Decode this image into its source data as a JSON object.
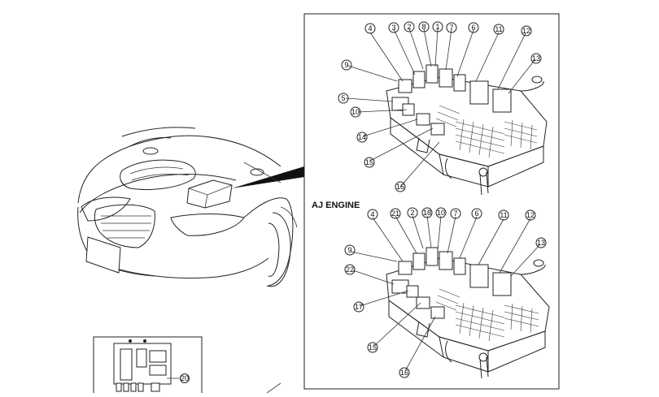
{
  "panel_title": "AJ ENGINE",
  "callouts_top": [
    "4",
    "3",
    "2",
    "8",
    "1",
    "7",
    "6",
    "11",
    "12",
    "9",
    "13",
    "5",
    "10",
    "14",
    "15",
    "16"
  ],
  "callouts_bottom": [
    "4",
    "21",
    "2",
    "18",
    "10",
    "7",
    "6",
    "11",
    "12",
    "9",
    "13",
    "22",
    "17",
    "15",
    "16"
  ],
  "callout_inset": "20"
}
